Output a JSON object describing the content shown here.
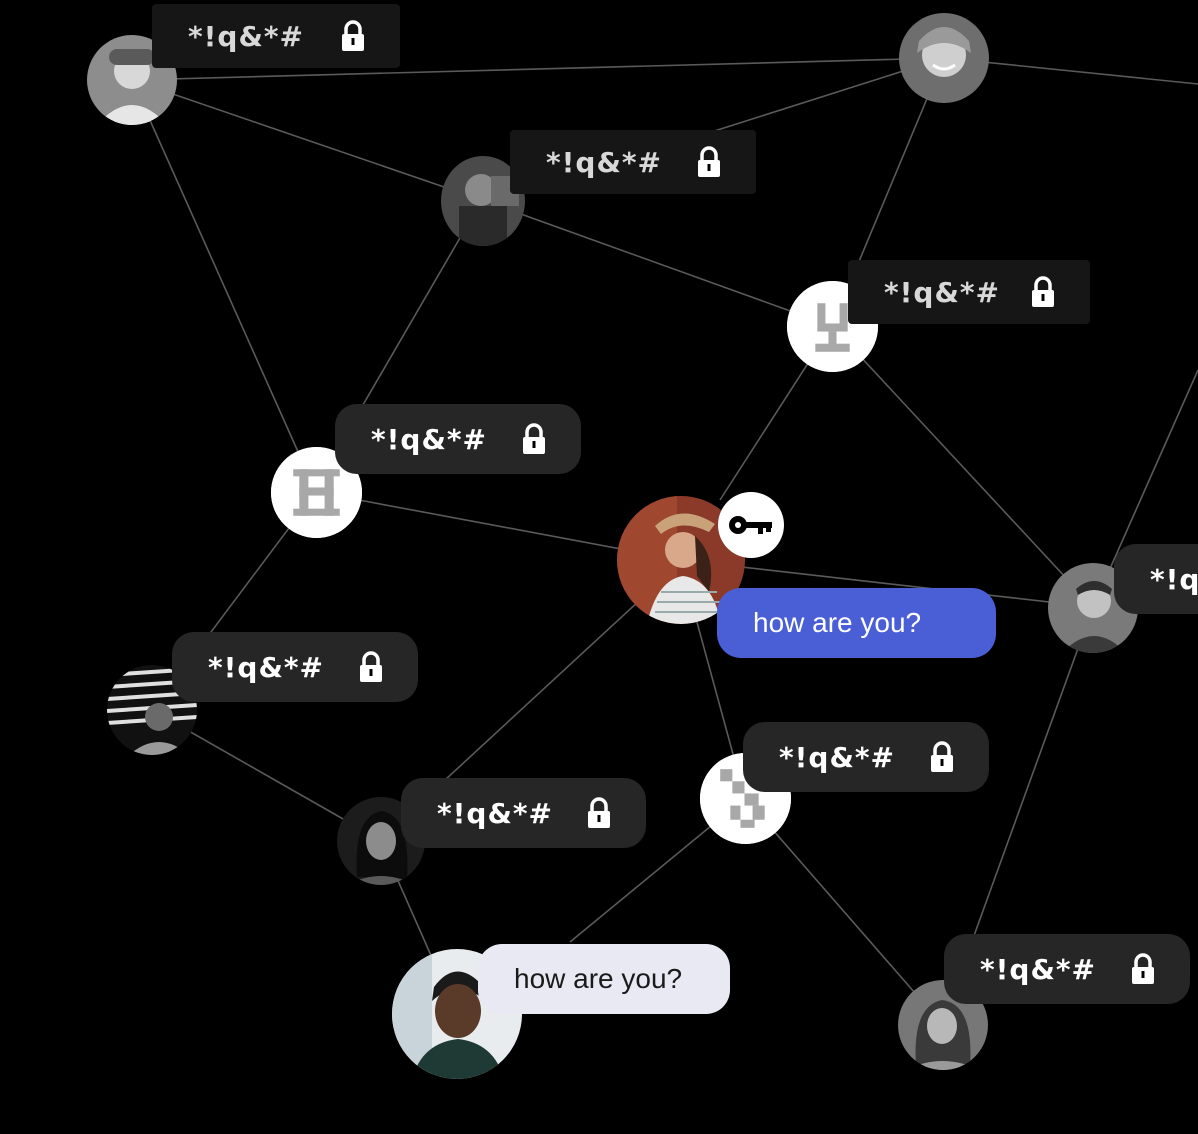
{
  "encrypted_text": "*!q&*#",
  "messages": {
    "center": "how are you?",
    "bottom": "how are you?"
  },
  "icons": {
    "lock": "lock-icon",
    "key": "key-icon"
  },
  "colors": {
    "background": "#000000",
    "blue_bubble": "#4a5fd6",
    "light_bubble": "#e9e9f4",
    "pill": "#262626",
    "link_line": "#5a5a5a"
  }
}
